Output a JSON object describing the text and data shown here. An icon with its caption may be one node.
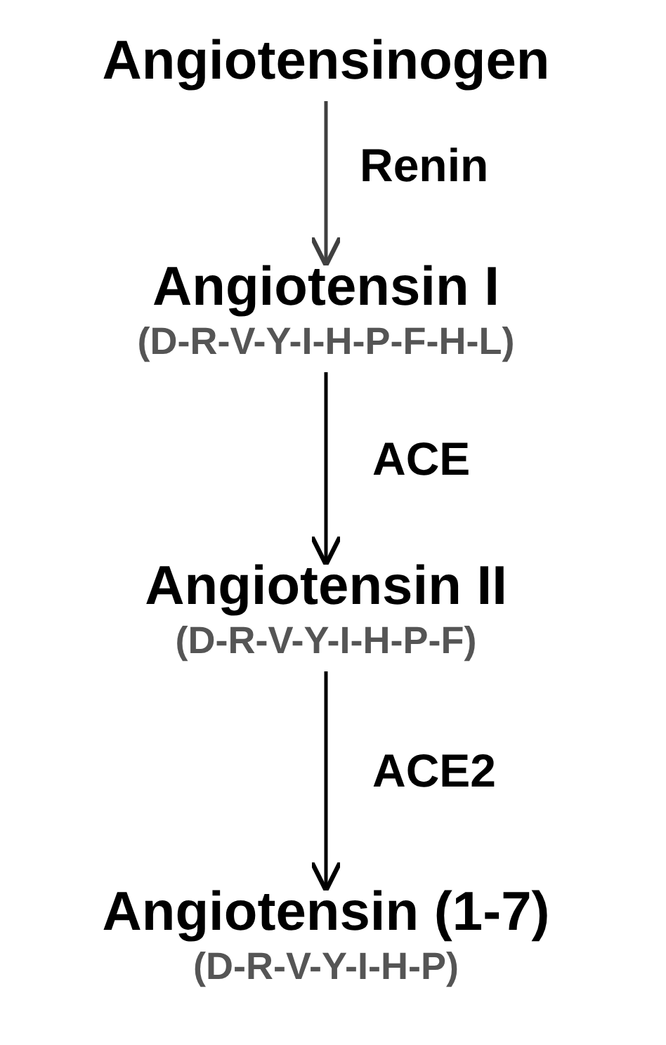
{
  "diagram": {
    "nodes": [
      {
        "text": [
          "Angiotensinogen"
        ]
      },
      {
        "text": [
          "Angiotensin I",
          "(D-R-V-Y-I-H-P-F-H-L)"
        ]
      },
      {
        "text": [
          "Angiotensin II",
          "(D-R-V-Y-I-H-P-F)"
        ]
      },
      {
        "text": [
          "Angiotensin (1-7)",
          "(D-R-V-Y-I-H-P)"
        ]
      }
    ],
    "edges": [
      {
        "from": 0,
        "to": 1,
        "arrow": "to",
        "label": "Renin",
        "color": "#404040"
      },
      {
        "from": 1,
        "to": 2,
        "arrow": "to",
        "label": "ACE"
      },
      {
        "from": 2,
        "to": 3,
        "arrow": "to",
        "label": "ACE2"
      }
    ]
  }
}
